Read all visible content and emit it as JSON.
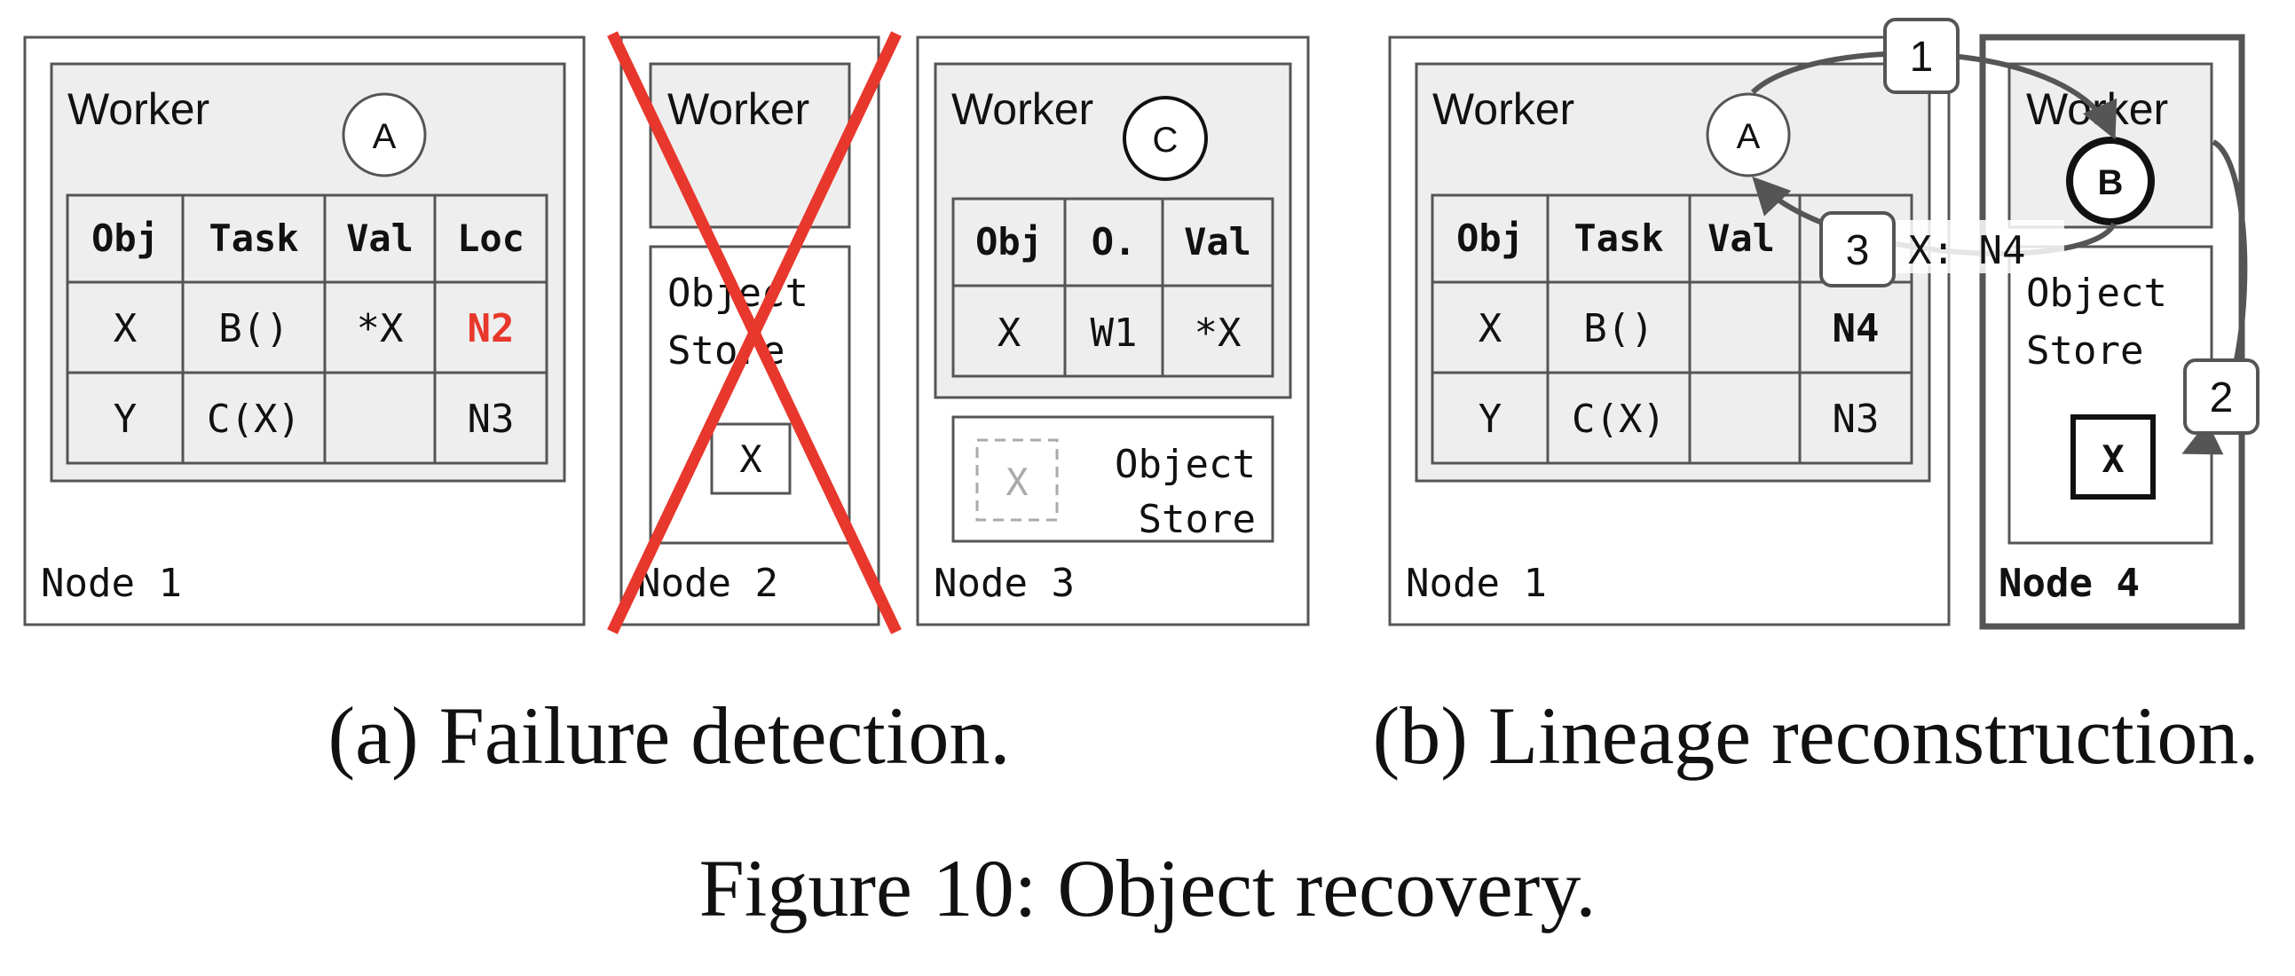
{
  "panel_a": {
    "node1": {
      "worker_label": "Worker",
      "circle": "A",
      "table": {
        "headers": [
          "Obj",
          "Task",
          "Val",
          "Loc"
        ],
        "rows": [
          [
            "X",
            "B()",
            "*X",
            "N2"
          ],
          [
            "Y",
            "C(X)",
            "",
            "N3"
          ]
        ]
      },
      "node_label": "Node 1"
    },
    "node2": {
      "worker_label": "Worker",
      "store_label_1": "Object",
      "store_label_2": "Store",
      "object": "X",
      "node_label": "Node 2"
    },
    "node3": {
      "worker_label": "Worker",
      "circle": "C",
      "table": {
        "headers": [
          "Obj",
          "O.",
          "Val"
        ],
        "rows": [
          [
            "X",
            "W1",
            "*X"
          ]
        ]
      },
      "ghost_object": "X",
      "store_label_1": "Object",
      "store_label_2": "Store",
      "node_label": "Node 3"
    },
    "caption": "(a) Failure detection."
  },
  "panel_b": {
    "node1": {
      "worker_label": "Worker",
      "circle": "A",
      "table": {
        "headers": [
          "Obj",
          "Task",
          "Val"
        ],
        "rows": [
          [
            "X",
            "B()",
            "",
            "N4"
          ],
          [
            "Y",
            "C(X)",
            "",
            "N3"
          ]
        ]
      },
      "node_label": "Node 1"
    },
    "node4": {
      "worker_label": "Worker",
      "circle": "B",
      "store_label_1": "Object",
      "store_label_2": "Store",
      "object": "X",
      "node_label": "Node 4"
    },
    "steps": [
      "1",
      "2",
      "3"
    ],
    "message": "X: N4",
    "caption": "(b) Lineage reconstruction."
  },
  "figure_caption": "Figure 10: Object recovery.",
  "colors": {
    "line": "#555555",
    "panel_fill": "#eeeeee",
    "highlight": "#e8372c",
    "ghost": "#aaaaaa",
    "text": "#111111"
  }
}
